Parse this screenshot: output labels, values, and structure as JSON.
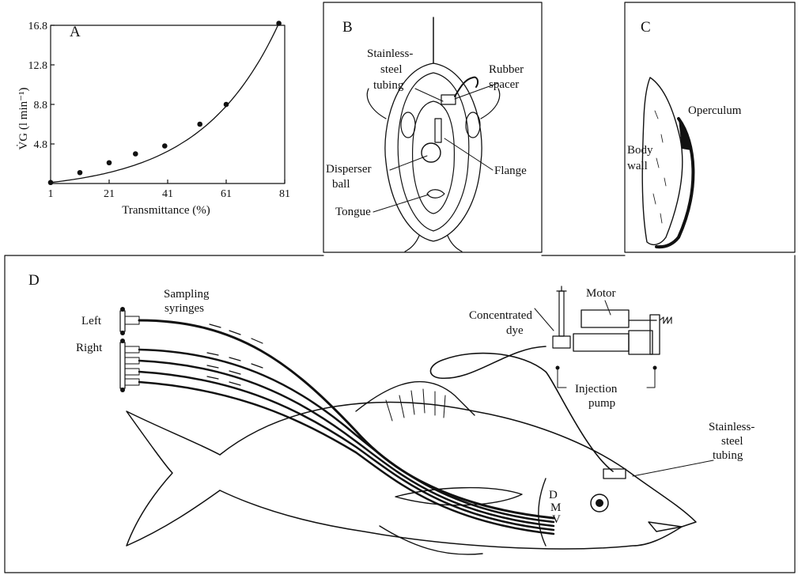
{
  "panel_a": {
    "label": "A",
    "ylabel": "V̇G (l min⁻¹)",
    "xlabel": "Transmittance (%)",
    "chart_data": {
      "type": "scatter",
      "x_ticks": [
        1,
        21,
        41,
        61,
        81
      ],
      "y_ticks": [
        4.8,
        8.8,
        12.8,
        16.8
      ],
      "xlim": [
        1,
        81
      ],
      "ylim": [
        0.8,
        16.8
      ],
      "points": [
        {
          "x": 1,
          "y": 0.9
        },
        {
          "x": 11,
          "y": 1.9
        },
        {
          "x": 21,
          "y": 2.9
        },
        {
          "x": 30,
          "y": 3.8
        },
        {
          "x": 40,
          "y": 4.6
        },
        {
          "x": 52,
          "y": 6.8
        },
        {
          "x": 61,
          "y": 8.8
        },
        {
          "x": 79,
          "y": 17.0
        }
      ],
      "fit_curve": "exponential",
      "grid": false
    }
  },
  "panel_b": {
    "label": "B",
    "labels": {
      "stainless": "Stainless-",
      "steel": "steel",
      "tubing": "tubing",
      "rubber": "Rubber",
      "spacer": "spacer",
      "disperser": "Disperser",
      "ball": "ball",
      "flange": "Flange",
      "tongue": "Tongue"
    }
  },
  "panel_c": {
    "label": "C",
    "labels": {
      "operculum": "Operculum",
      "body": "Body",
      "wall": "wall"
    }
  },
  "panel_d": {
    "label": "D",
    "labels": {
      "sampling": "Sampling",
      "syringes": "syringes",
      "left": "Left",
      "right": "Right",
      "concentrated": "Concentrated",
      "dye": "dye",
      "motor": "Motor",
      "injection": "Injection",
      "pump": "pump",
      "stainless": "Stainless-",
      "steel": "steel",
      "tubing": "tubing",
      "d": "D",
      "m": "M",
      "v": "V"
    }
  }
}
